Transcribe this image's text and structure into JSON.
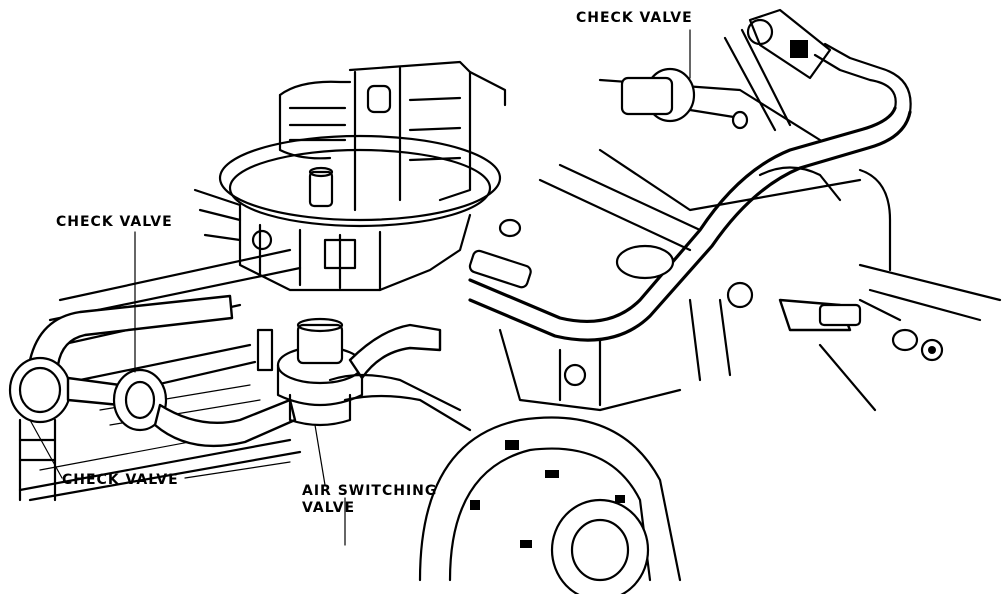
{
  "labels": {
    "check_valve_top": "CHECK VALVE",
    "check_valve_left": "CHECK VALVE",
    "check_valve_bottom": "CHECK VALVE",
    "air_switching_valve_line1": "AIR SWITCHING",
    "air_switching_valve_line2": "VALVE"
  }
}
